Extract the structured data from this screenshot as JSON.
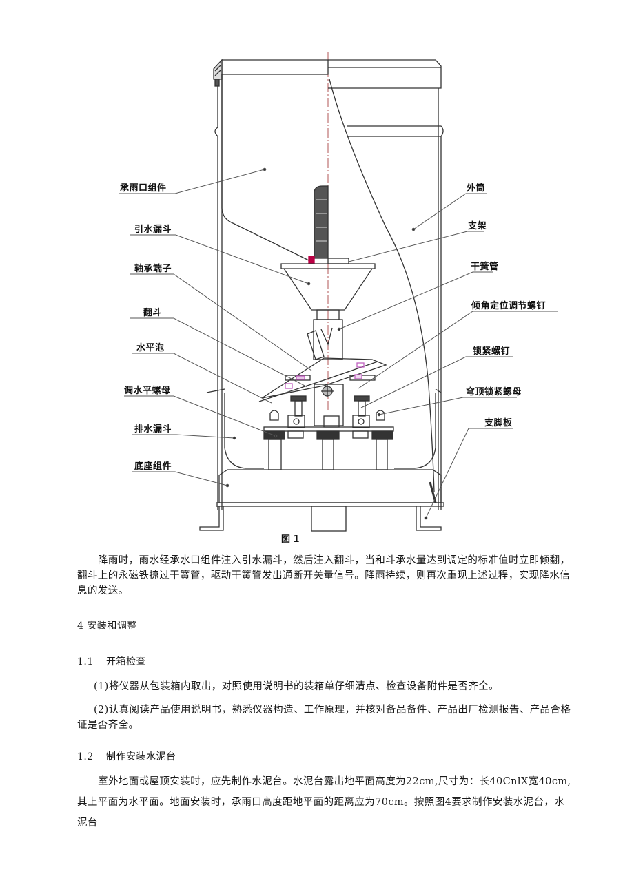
{
  "figure": {
    "caption": "图 1",
    "labels": {
      "left": [
        {
          "id": "rain-collector",
          "text": "承雨口组件"
        },
        {
          "id": "guide-funnel",
          "text": "引水漏斗"
        },
        {
          "id": "bearing-end",
          "text": "轴承端子"
        },
        {
          "id": "tipping-bucket",
          "text": "翻斗"
        },
        {
          "id": "spirit-level",
          "text": "水平泡"
        },
        {
          "id": "leveling-nut",
          "text": "调水平螺母"
        },
        {
          "id": "drain-funnel",
          "text": "排水漏斗"
        },
        {
          "id": "base-assembly",
          "text": "底座组件"
        }
      ],
      "right": [
        {
          "id": "outer-cylinder",
          "text": "外筒"
        },
        {
          "id": "bracket",
          "text": "支架"
        },
        {
          "id": "reed-switch",
          "text": "干簧管"
        },
        {
          "id": "tilt-adjust-screw",
          "text": "倾角定位调节螺钉"
        },
        {
          "id": "lock-screw",
          "text": "锁紧螺钉"
        },
        {
          "id": "cap-lock-nut",
          "text": "穹顶锁紧螺母"
        },
        {
          "id": "foot-plate",
          "text": "支脚板"
        }
      ]
    }
  },
  "body": {
    "intro_paragraph": "降雨时，雨水经承水口组件注入引水漏斗，然后注入翻斗，当和斗承水量达到调定的标准值时立即倾翻，翻斗上的永磁铁掠过干簧管，驱动干簧管发出通断开关量信号。降雨持续，则再次重现上述过程，实现降水信息的发送。",
    "section_4": {
      "title": "4 安装和调整"
    },
    "section_1_1": {
      "number": "1.1",
      "title": "开箱检查",
      "items": [
        "(1)将仪器从包装箱内取出，对照使用说明书的装箱单仔细清点、检查设备附件是否齐全。",
        "(2)认真阅读产品使用说明书，熟悉仪器构造、工作原理，并核对备品备件、产品出厂检测报告、产品合格证是否齐全。"
      ]
    },
    "section_1_2": {
      "number": "1.2",
      "title": "制作安装水泥台",
      "paragraph": "室外地面或屋顶安装时，应先制作水泥台。水泥台露出地平面高度为22cm,尺寸为：长40CnlX宽40cm,其上平面为水平面。地面安装时，承雨口高度距地平面的距离应为70cm。按照图4要求制作安装水泥台，水泥台"
    }
  },
  "colors": {
    "line": "#333333",
    "magnet": "#c060c0",
    "text": "#1a1a1a"
  }
}
